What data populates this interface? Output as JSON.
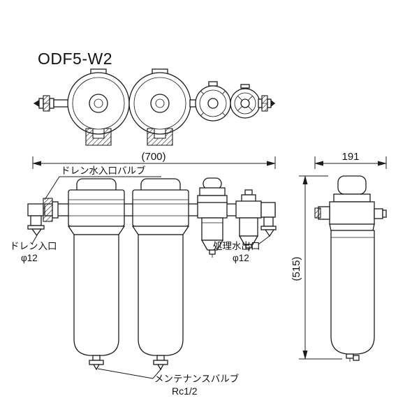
{
  "title": "ODF5-W2",
  "dimensions": {
    "overall_width": "(700)",
    "depth": "191",
    "overall_height": "(515)"
  },
  "labels": {
    "drain_water_inlet_valve": "ドレン水入口バルブ",
    "drain_inlet": "ドレン入口",
    "drain_inlet_diameter": "φ12",
    "treated_water_outlet": "処理水出口",
    "treated_water_outlet_diameter": "φ12",
    "maintenance_valve": "メンテナンスバルブ",
    "maintenance_valve_thread": "Rc1/2"
  },
  "colors": {
    "line": "#1c1c1c",
    "background": "#ffffff"
  }
}
